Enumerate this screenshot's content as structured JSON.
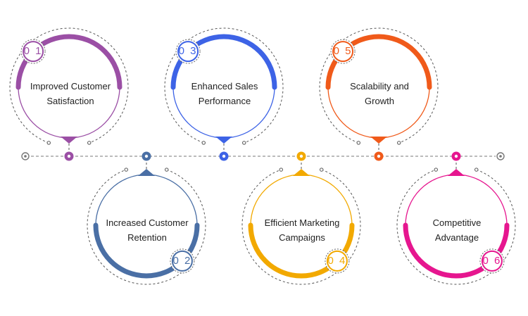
{
  "steps": [
    {
      "number": "0 1",
      "line1": "Improved Customer",
      "line2": "Satisfaction",
      "color": "#9b4fa5",
      "position": "top"
    },
    {
      "number": "0 2",
      "line1": "Increased Customer",
      "line2": "Retention",
      "color": "#4a6fa5",
      "position": "bottom"
    },
    {
      "number": "0 3",
      "line1": "Enhanced Sales",
      "line2": "Performance",
      "color": "#3d63e6",
      "position": "top"
    },
    {
      "number": "0 4",
      "line1": "Efficient Marketing",
      "line2": "Campaigns",
      "color": "#f2a900",
      "position": "bottom"
    },
    {
      "number": "0 5",
      "line1": "Scalability and",
      "line2": "Growth",
      "color": "#f05a1a",
      "position": "top"
    },
    {
      "number": "0 6",
      "line1": "Competitive",
      "line2": "Advantage",
      "color": "#e6168f",
      "position": "bottom"
    }
  ],
  "colors": {
    "line": "#777777",
    "text": "#222222"
  }
}
